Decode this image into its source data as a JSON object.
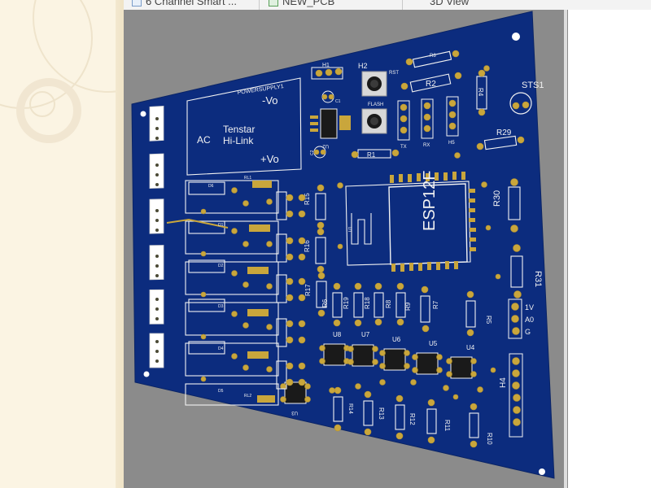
{
  "browser": {
    "tabs": [
      {
        "label": "6 Channel Smart ...",
        "icon": "document-icon"
      },
      {
        "label": "NEW_PCB",
        "icon": "pcb-icon"
      },
      {
        "label": "3D View",
        "icon": "cube-icon"
      }
    ]
  },
  "pcb": {
    "board_color": "#0c2c7e",
    "pad_color": "#c9a63c",
    "silkscreen_color": "#f2f2f2",
    "labels": {
      "powersupply": "POWERSUPPLY1",
      "vo_minus": "-Vo",
      "vo_plus": "+Vo",
      "ac": "AC",
      "tenstar": "Tenstar",
      "hilink": "Hi-Link",
      "h2": "H2",
      "rst": "RST",
      "flash": "FLASH",
      "h1": "H1",
      "r2": "R2",
      "r3": "R3",
      "r4": "R4",
      "sts1": "STS1",
      "r29": "R29",
      "r1": "R1",
      "tx": "TX",
      "rx": "RX",
      "h5": "H5",
      "u2": "U2",
      "c2": "C2",
      "c1": "C1",
      "esp": "ESP12F",
      "u1": "U1",
      "r30": "R30",
      "r31": "R31",
      "r15": "R15",
      "r16": "R16",
      "r17": "R17",
      "r6": "R6",
      "r19": "R19",
      "r18": "R18",
      "r8": "R8",
      "r9": "R9",
      "r7": "R7",
      "r5": "R5",
      "u8": "U8",
      "u7": "U7",
      "u6": "U6",
      "u5": "U5",
      "u4": "U4",
      "u3": "U3",
      "r14": "R14",
      "r13": "R13",
      "r12": "R12",
      "r11": "R11",
      "r10": "R10",
      "h4": "H4",
      "pin_1v": "1V",
      "pin_a0": "A0",
      "pin_g": "G",
      "relay_a": "RL1",
      "relay_b": "RL2",
      "d1": "D1",
      "d2": "D2",
      "d3": "D3",
      "d4": "D4",
      "d5": "D5",
      "d6": "D6"
    }
  }
}
